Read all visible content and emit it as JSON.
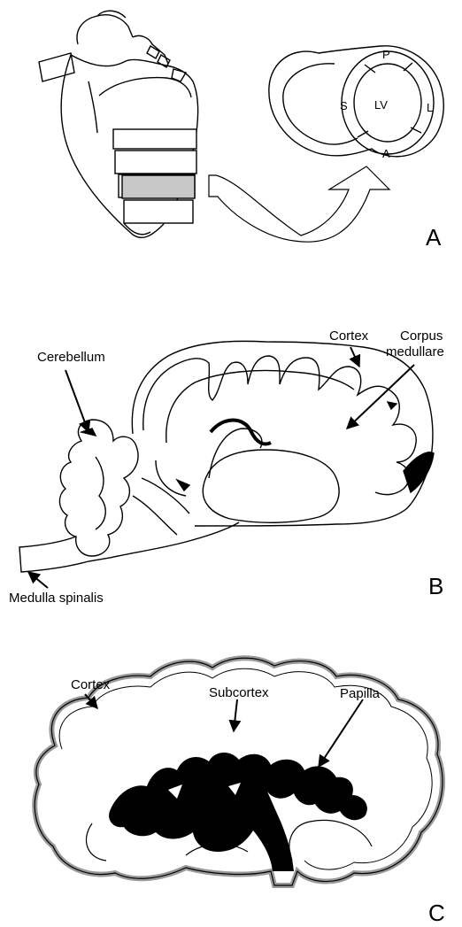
{
  "panel_a": {
    "panel_letter": "A",
    "heart_labels": {
      "p": "P",
      "lv": "LV",
      "s": "S",
      "l": "L",
      "a": "A"
    }
  },
  "panel_b": {
    "panel_letter": "B",
    "labels": {
      "cerebellum": "Cerebellum",
      "cortex": "Cortex",
      "corpus_line1": "Corpus",
      "corpus_line2": "medullare",
      "medulla": "Medulla spinalis"
    }
  },
  "panel_c": {
    "panel_letter": "C",
    "labels": {
      "cortex": "Cortex",
      "subcortex": "Subcortex",
      "papilla": "Papilla"
    }
  },
  "colors": {
    "stroke": "#000000",
    "shaded_band": "#c8c8c8",
    "kidney_rim": "#d4d4d4",
    "background": "#ffffff"
  }
}
